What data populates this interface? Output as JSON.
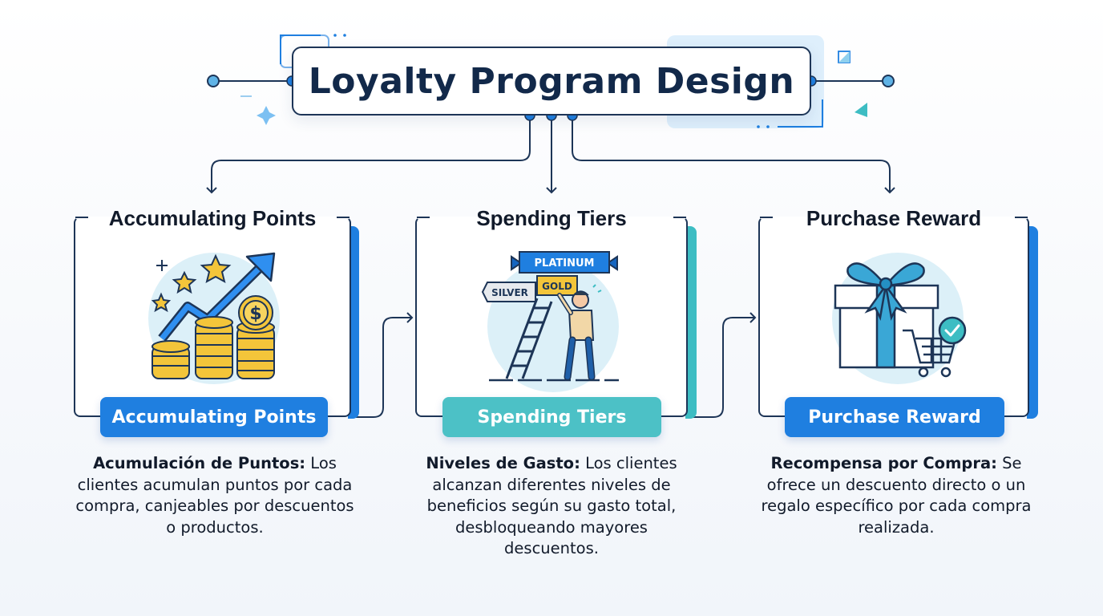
{
  "title": "Loyalty Program Design",
  "colors": {
    "navy": "#1d3557",
    "blue": "#1f7fe0",
    "teal": "#3dbdc3",
    "gold": "#f3c53a",
    "circle": "#dcf0f8"
  },
  "cards": [
    {
      "heading": "Accumulating Points",
      "pill": "Accumulating Points",
      "pill_color": "#1f7fe0",
      "icon": "coins-growth-icon",
      "desc_bold": "Acumulación de Puntos:",
      "desc_text": " Los clientes acumulan puntos por cada compra, canjeables por descuentos o productos."
    },
    {
      "heading": "Spending Tiers",
      "pill": "Spending Tiers",
      "pill_color": "#3dbdc3",
      "icon": "tier-ladder-icon",
      "tier_labels": [
        "PLATINUM",
        "GOLD",
        "SILVER"
      ],
      "desc_bold": "Niveles de Gasto:",
      "desc_text": " Los clientes alcanzan diferentes niveles de beneficios según su gasto total, desbloqueando mayores descuentos."
    },
    {
      "heading": "Purchase Reward",
      "pill": "Purchase Reward",
      "pill_color": "#1f7fe0",
      "icon": "gift-cart-icon",
      "desc_bold": "Recompensa por Compra:",
      "desc_text": " Se ofrece un descuento directo o un regalo específico por cada compra realizada."
    }
  ]
}
